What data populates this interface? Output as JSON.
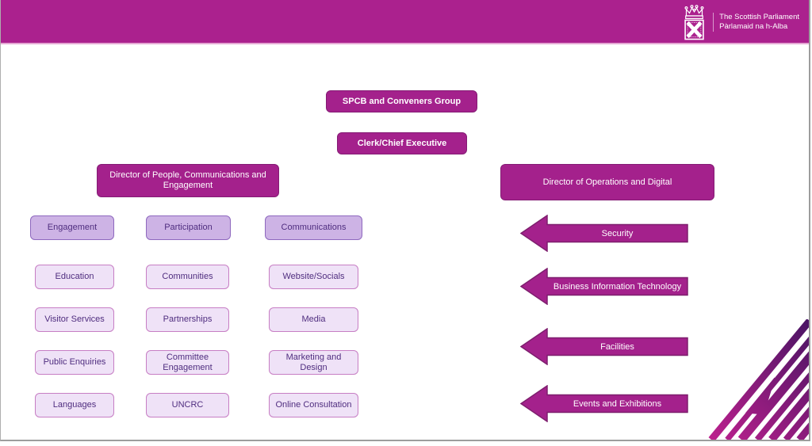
{
  "header": {
    "logo_line1": "The Scottish Parliament",
    "logo_line2": "Pàrlamaid na h-Alba"
  },
  "chart": {
    "type": "org-chart",
    "spcb": "SPCB  and Conveners Group",
    "clerk": "Clerk/Chief Executive",
    "director_people": "Director of People, Communications and Engagement",
    "director_operations": "Director of Operations and Digital",
    "columns": [
      {
        "header": "Engagement",
        "items": [
          "Education",
          "Visitor Services",
          "Public Enquiries",
          "Languages"
        ]
      },
      {
        "header": "Participation",
        "items": [
          "Communities",
          "Partnerships",
          "Committee Engagement",
          "UNCRC"
        ]
      },
      {
        "header": "Communications",
        "items": [
          "Website/Socials",
          "Media",
          "Marketing and Design",
          "Online Consultation"
        ]
      }
    ],
    "arrows": [
      "Security",
      "Business Information Technology",
      "Facilities",
      "Events and Exhibitions"
    ]
  },
  "colors": {
    "brand_magenta": "#AB218E",
    "box_magenta": "#A4218C",
    "box_magenta_border": "#841B74",
    "lavender_fill": "#CDB3E5",
    "lavender_border": "#8E68BE",
    "light_fill": "#EFE2F7",
    "light_border": "#C77EC4",
    "text_purple": "#4F2D7F",
    "stripe_gradient_start": "#C0218F",
    "stripe_gradient_end": "#4A1464"
  }
}
